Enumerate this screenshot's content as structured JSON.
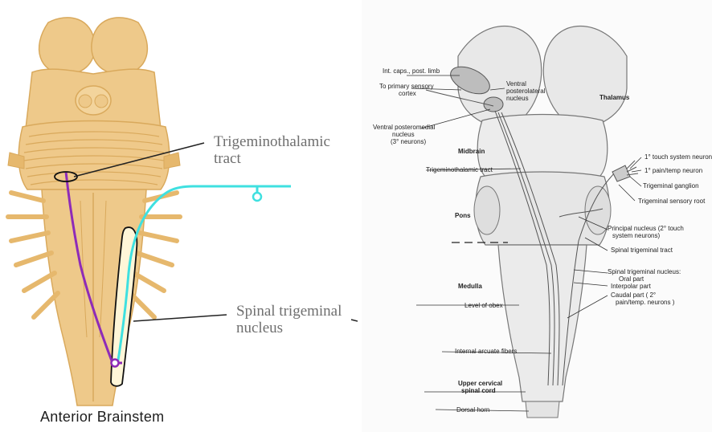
{
  "left_diagram": {
    "caption": "Anterior Brainstem",
    "callout_tract": "Trigeminothalamic tract",
    "callout_nucleus_line1": "Spinal trigeminal",
    "callout_nucleus_line2": "nucleus",
    "colors": {
      "brainstem": "#eec98a",
      "brainstem_dark": "#d9a95c",
      "trigeminothalamic_tract": "#8e2bb8",
      "trigeminal_nerve": "#3fe0e0"
    }
  },
  "right_diagram": {
    "labels": {
      "int_caps": "Int. caps., post. limb",
      "to_primary_1": "To primary sensory",
      "to_primary_2": "cortex",
      "vpl_1": "Ventral",
      "vpl_2": "posterolateral",
      "vpl_3": "nucleus",
      "thalamus": "Thalamus",
      "vpm_1": "Ventral posteromedial",
      "vpm_2": "nucleus",
      "vpm_3": "(3° neurons)",
      "midbrain": "Midbrain",
      "touch_neuron": "1° touch system neuron",
      "pain_neuron": "1° pain/temp neuron",
      "trig_ganglion": "Trigeminal ganglion",
      "trig_root": "Trigeminal sensory root",
      "trig_tract": "Trigeminothalamic tract",
      "pons": "Pons",
      "principal_1": "Principal nucleus (2° touch",
      "principal_2": "system neurons)",
      "spinal_tract": "Spinal trigeminal tract",
      "spinal_nucleus": "Spinal trigeminal nucleus:",
      "oral": "Oral part",
      "interpolar": "Interpolar part",
      "caudal_1": "Caudal part ( 2°",
      "caudal_2": "pain/temp. neurons )",
      "medulla": "Medulla",
      "obex": "Level of obex",
      "arcuate": "Internal arcuate fibers",
      "cervical_1": "Upper cervical",
      "cervical_2": "spinal cord",
      "dorsal_horn": "Dorsal horn"
    }
  }
}
